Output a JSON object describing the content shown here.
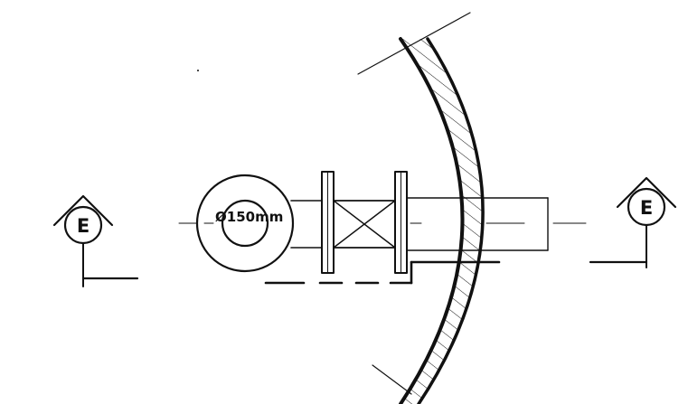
{
  "diagram": {
    "pipe_label": "Ø150mm",
    "section_marker_left": "E",
    "section_marker_right": "E"
  }
}
